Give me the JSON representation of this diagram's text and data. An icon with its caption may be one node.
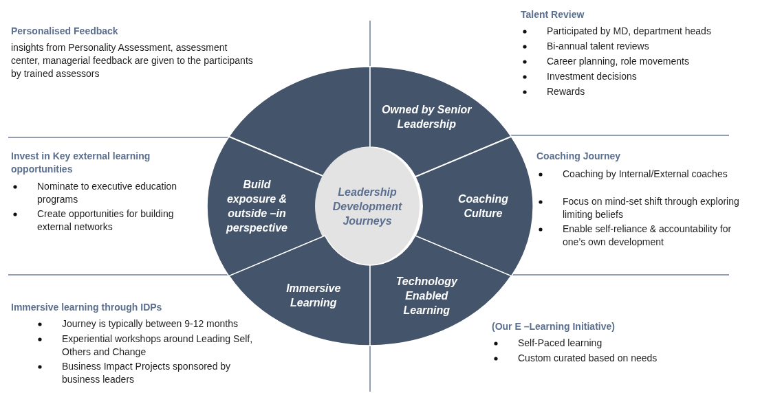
{
  "diagram": {
    "nodes": [
      {
        "text": [],
        "shape": "sector"
      },
      {
        "text": [
          "Owned by Senior Leadership"
        ]
      },
      {
        "text": [
          "Build exposure & outside –in perspective"
        ]
      },
      {
        "text": [
          "Leadership Development Journeys"
        ]
      },
      {
        "text": [
          "Coaching Culture"
        ]
      },
      {
        "text": [
          "Immersive Learning"
        ]
      },
      {
        "text": [
          "Technology Enabled Learning"
        ]
      }
    ],
    "labels": [
      "Talent Review",
      "Participated by MD, department heads",
      "Bi-annual talent reviews",
      "Career planning, role movements",
      "Investment decisions",
      "Rewards",
      "Personalised Feedback",
      "insights from Personality Assessment, assessment center, managerial feedback are given to the participants by trained assessors",
      "Invest in Key external learning opportunities",
      "Nominate to executive education programs",
      "Create opportunities for building external networks",
      "Coaching Journey",
      "Coaching by Internal/External coaches",
      "Focus on mind-set shift through exploring limiting beliefs",
      "Enable self-reliance & accountability for one’s own development",
      "Immersive learning through IDPs",
      "Journey is typically between 9-12 months",
      "Experiential workshops around Leading Self, Others and Change",
      "Business Impact Projects sponsored by business leaders",
      "(Our E –Learning Initiative)",
      "Self-Paced learning",
      "Custom curated based on needs"
    ]
  }
}
